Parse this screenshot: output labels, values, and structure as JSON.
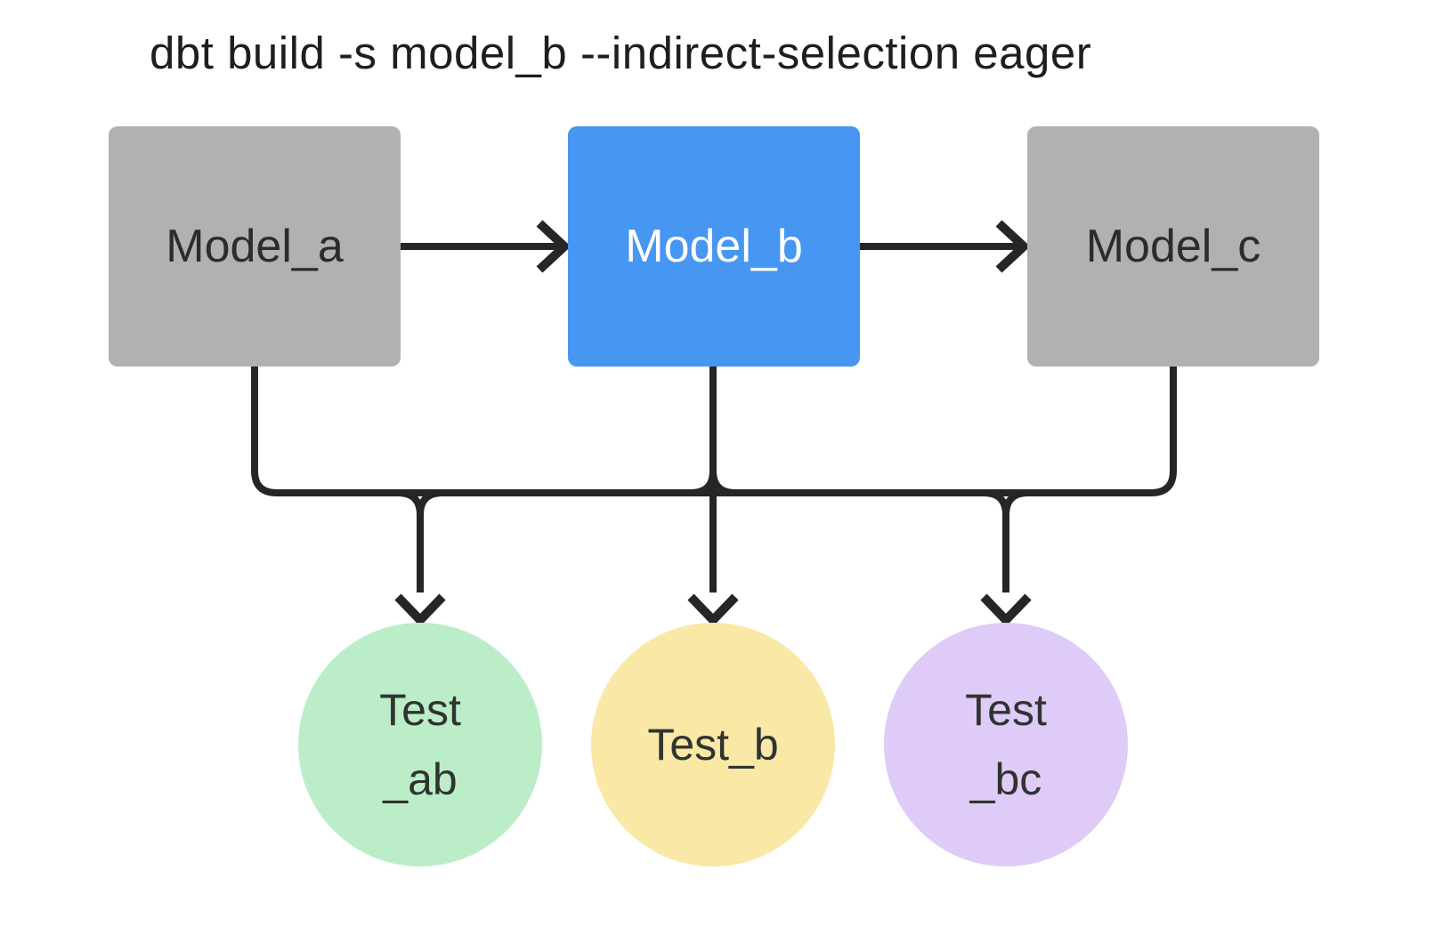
{
  "title": "dbt build -s model_b --indirect-selection eager",
  "colors": {
    "background": "#FFFFFF",
    "connector": "#262626"
  },
  "models": [
    {
      "label": "Model_a",
      "fill": "#B1B1B1",
      "text_color": "#2C2C2C"
    },
    {
      "label": "Model_b",
      "fill": "#4696F2",
      "text_color": "#FFFFFF"
    },
    {
      "label": "Model_c",
      "fill": "#B1B1B1",
      "text_color": "#2C2C2C"
    }
  ],
  "tests": [
    {
      "line1": "Test",
      "line2": "_ab",
      "fill": "#BCEDC9",
      "text_color": "#2F3430"
    },
    {
      "line1": "Test_b",
      "line2": "",
      "fill": "#F9E8A6",
      "text_color": "#2F3430"
    },
    {
      "line1": "Test",
      "line2": "_bc",
      "fill": "#DFCBF7",
      "text_color": "#2F3430"
    }
  ],
  "edges": [
    {
      "from": "Model_a",
      "to": "Model_b"
    },
    {
      "from": "Model_b",
      "to": "Model_c"
    },
    {
      "from": "Model_a",
      "to": "test-bus"
    },
    {
      "from": "Model_b",
      "to": "test-bus"
    },
    {
      "from": "Model_c",
      "to": "test-bus"
    },
    {
      "from": "test-bus",
      "to": "Test_ab"
    },
    {
      "from": "test-bus",
      "to": "Test_b"
    },
    {
      "from": "test-bus",
      "to": "Test_bc"
    }
  ]
}
